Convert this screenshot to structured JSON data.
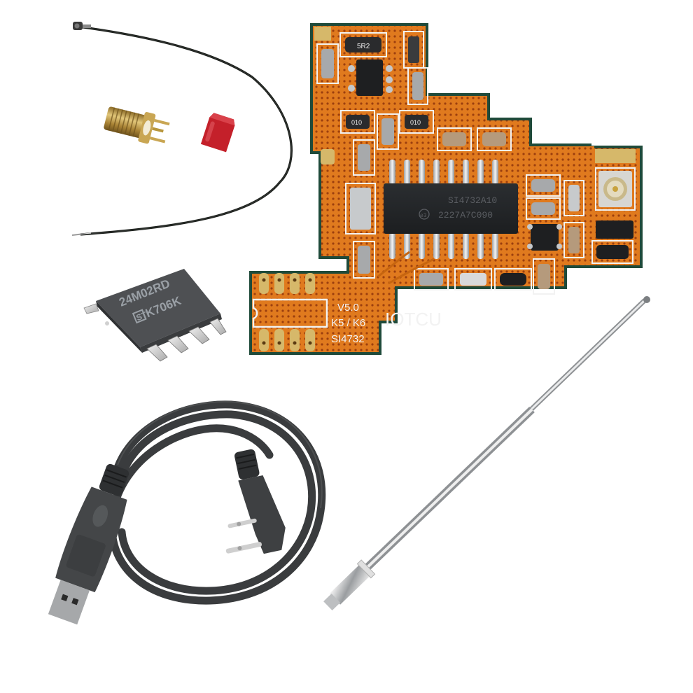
{
  "scene": {
    "type": "product-kit-photo",
    "background": "#ffffff"
  },
  "items": {
    "ipex_cable": {
      "label": "IPEX pigtail coax cable",
      "color": "#1c1f1c"
    },
    "sma_connector": {
      "label": "SMA female PCB connector",
      "color": "#b8963c"
    },
    "sma_cap": {
      "label": "Red dust cap",
      "color": "#c4202a"
    },
    "eeprom_chip": {
      "label": "SOIC-8 EEPROM",
      "marking_line1": "24M02RD",
      "marking_line2": "K706K",
      "logo": "ST"
    },
    "pcb_module": {
      "label": "SI4732 radio module board",
      "pcb_color": "#e07a1e",
      "silkscreen": {
        "version": "V5.0",
        "models": "K5 / K6",
        "chipset": "SI4732",
        "brand": "IOTCU"
      },
      "main_ic": {
        "marking_line1": "SI4732A10",
        "marking_line2": "2227A7C090",
        "logo": "e3"
      },
      "resistor_codes": [
        "5R2",
        "010",
        "010"
      ]
    },
    "programming_cable": {
      "label": "USB programming cable (K-plug)",
      "color": "#3a3c3e"
    },
    "telescopic_antenna": {
      "label": "Telescopic whip antenna",
      "color": "#b9bcbf"
    }
  }
}
